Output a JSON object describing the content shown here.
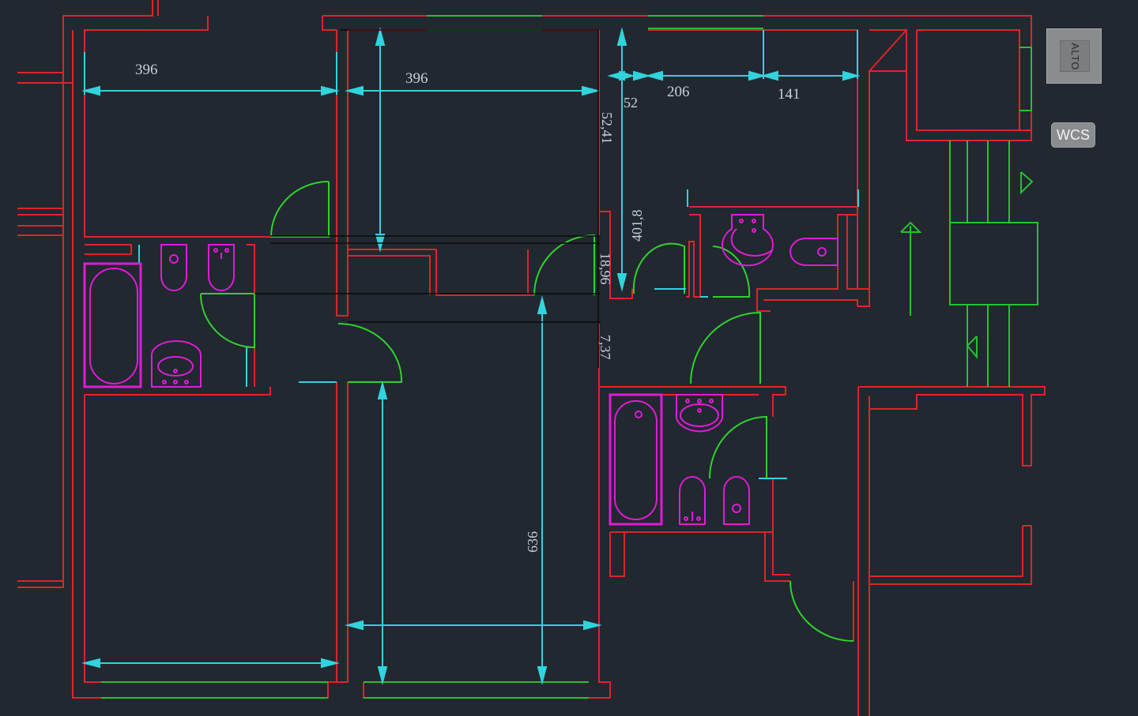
{
  "colors": {
    "background": "#212830",
    "wall": "#e0232a",
    "window": "#22c42e",
    "door": "#2fd22f",
    "dimension": "#31d3dd",
    "fixture": "#e01bd6",
    "leader": "#0a0a0a"
  },
  "dimensions": {
    "room1_width": "396",
    "room2_width": "396",
    "d52": "52",
    "d206": "206",
    "d141": "141",
    "d52_41": "52,41",
    "d401_8": "401,8",
    "d18_96": "18,96",
    "d7_37": "7,37",
    "d636": "636"
  },
  "viewcube": {
    "face_label": "ALTO"
  },
  "wcs": {
    "label": "WCS"
  }
}
